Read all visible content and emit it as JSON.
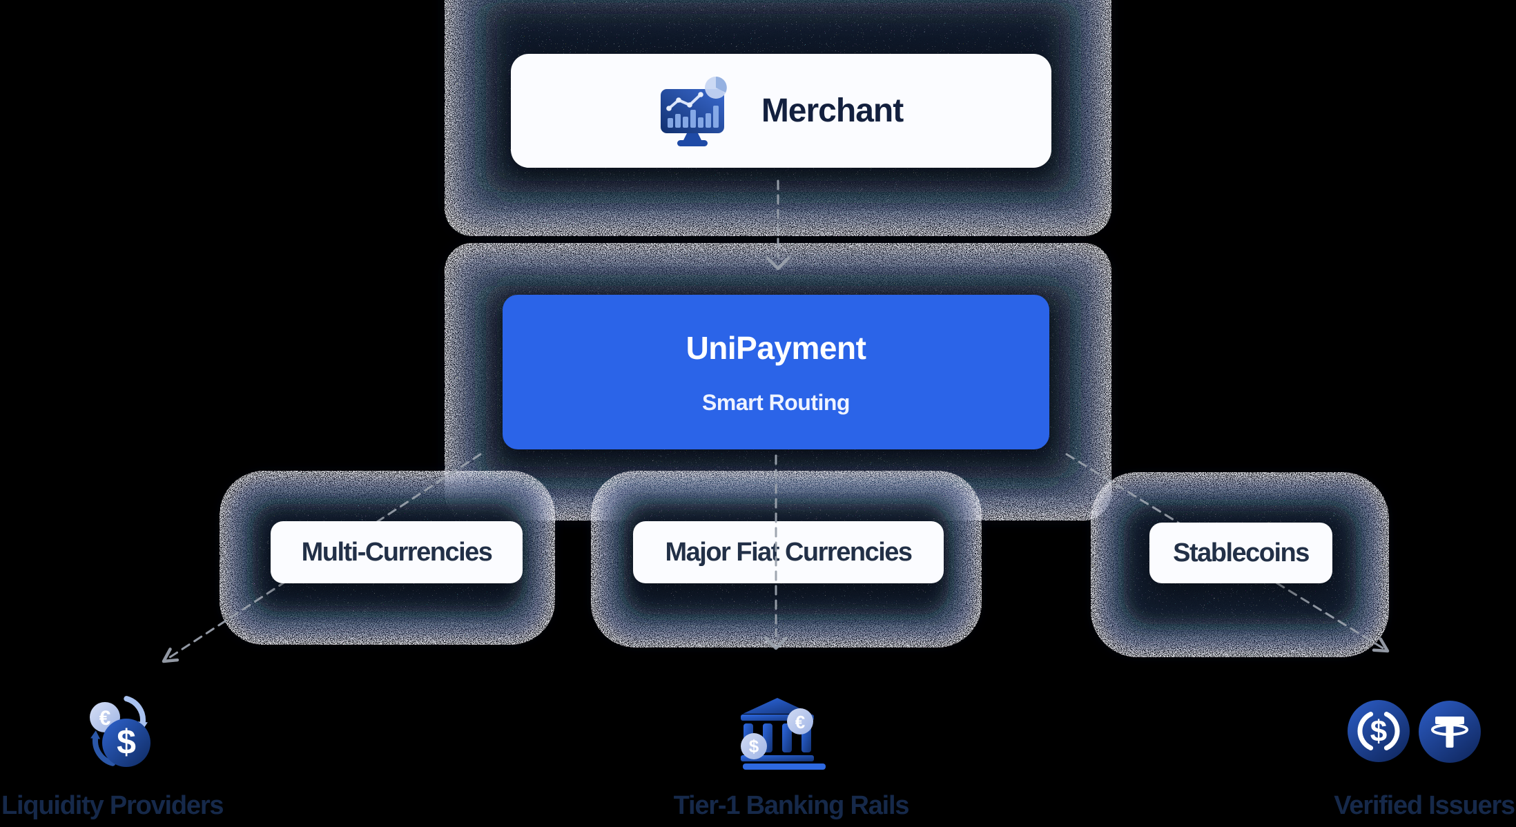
{
  "merchant": {
    "label": "Merchant"
  },
  "router": {
    "title": "UniPayment",
    "subtitle": "Smart Routing"
  },
  "channels": [
    {
      "label": "Multi-Currencies"
    },
    {
      "label": "Major Fiat Currencies"
    },
    {
      "label": "Stablecoins"
    }
  ],
  "endpoints": [
    {
      "label": "Liquidity Providers",
      "icon": "currency-exchange-icon"
    },
    {
      "label": "Tier-1 Banking Rails",
      "icon": "bank-icon"
    },
    {
      "label": "Verified Issuers",
      "icons": [
        "usdc-coin-icon",
        "tether-coin-icon"
      ]
    }
  ],
  "icons": {
    "merchant": "monitor-analytics-icon"
  },
  "connectors": [
    {
      "from": "merchant",
      "to": "unipayment",
      "style": "dashed-arrow"
    },
    {
      "from": "unipayment",
      "to": "multi-currencies-liquidity-providers",
      "style": "dashed-arrow"
    },
    {
      "from": "unipayment",
      "to": "major-fiat-currencies-tier1-banking-rails",
      "style": "dashed-arrow"
    },
    {
      "from": "unipayment",
      "to": "stablecoins-verified-issuers",
      "style": "dashed-arrow"
    }
  ],
  "colors": {
    "background": "#000000",
    "accent_blue": "#2b64e8",
    "card_white": "#fbfcff",
    "panel_navy": "#0d1526",
    "halo_blue": "#27316e",
    "halo_teal": "#1d4444",
    "heading_navy": "#13203e",
    "label_navy": "#16294a",
    "connector_gray": "#9aa1ac"
  }
}
